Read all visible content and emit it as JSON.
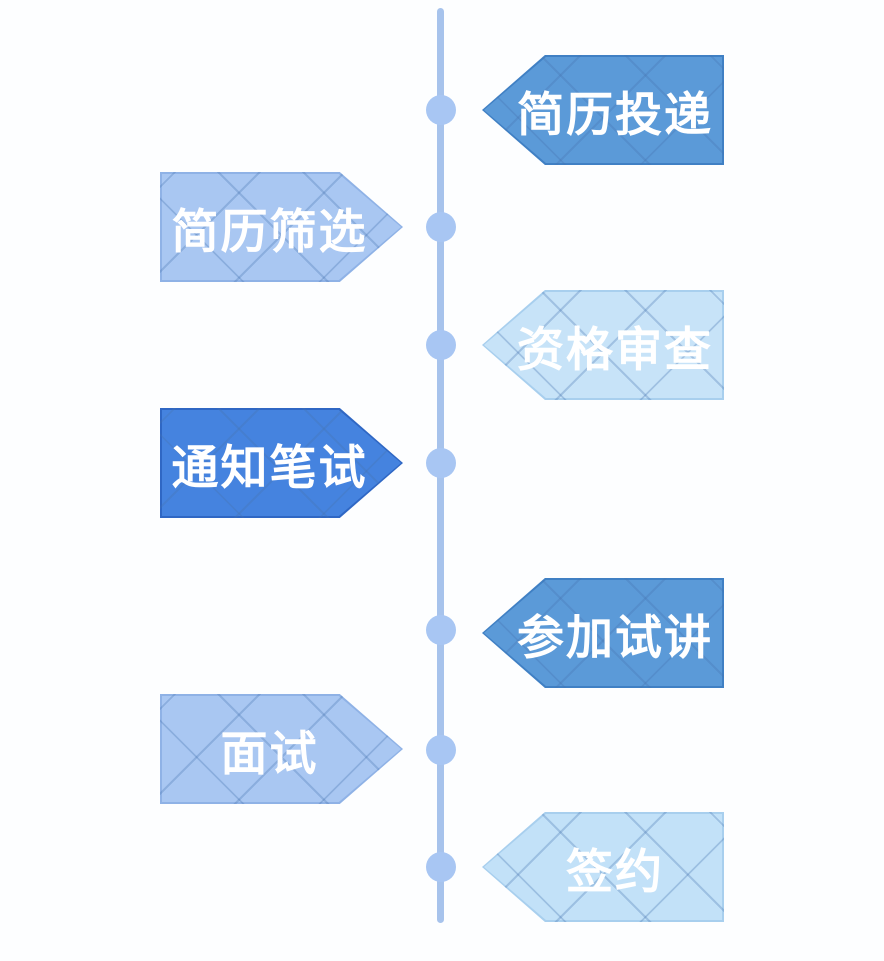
{
  "page": {
    "background": "#fdfeff"
  },
  "timeline": {
    "line_color": "#a7c3ec",
    "node_color": "#a8c6f3",
    "node_count": 7
  },
  "steps": [
    {
      "label": "简历投递",
      "side": "right",
      "fill": "#5b9ad8",
      "edge": "#4080c4"
    },
    {
      "label": "简历筛选",
      "side": "left",
      "fill": "#a9c7f2",
      "edge": "#8fb2e6"
    },
    {
      "label": "资格审查",
      "side": "right",
      "fill": "#c7e3f8",
      "edge": "#a8cfee"
    },
    {
      "label": "通知笔试",
      "side": "left",
      "fill": "#4583df",
      "edge": "#2f67c4"
    },
    {
      "label": "参加试讲",
      "side": "right",
      "fill": "#5b9ad8",
      "edge": "#4080c4"
    },
    {
      "label": "面试",
      "side": "left",
      "fill": "#a9c7f2",
      "edge": "#8fb2e6"
    },
    {
      "label": "签约",
      "side": "right",
      "fill": "#c2e1f8",
      "edge": "#a8cfee"
    }
  ]
}
